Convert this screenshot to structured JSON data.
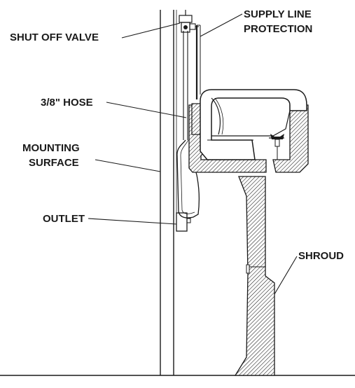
{
  "labels": {
    "shut_off_valve": "SHUT OFF VALVE",
    "supply_line_protection_line1": "SUPPLY LINE",
    "supply_line_protection_line2": "PROTECTION",
    "hose": "3/8\" HOSE",
    "mounting_surface_line1": "MOUNTING",
    "mounting_surface_line2": "SURFACE",
    "outlet": "OUTLET",
    "shroud": "SHROUD"
  },
  "colors": {
    "line": "#1a1a1a",
    "background": "#ffffff"
  }
}
